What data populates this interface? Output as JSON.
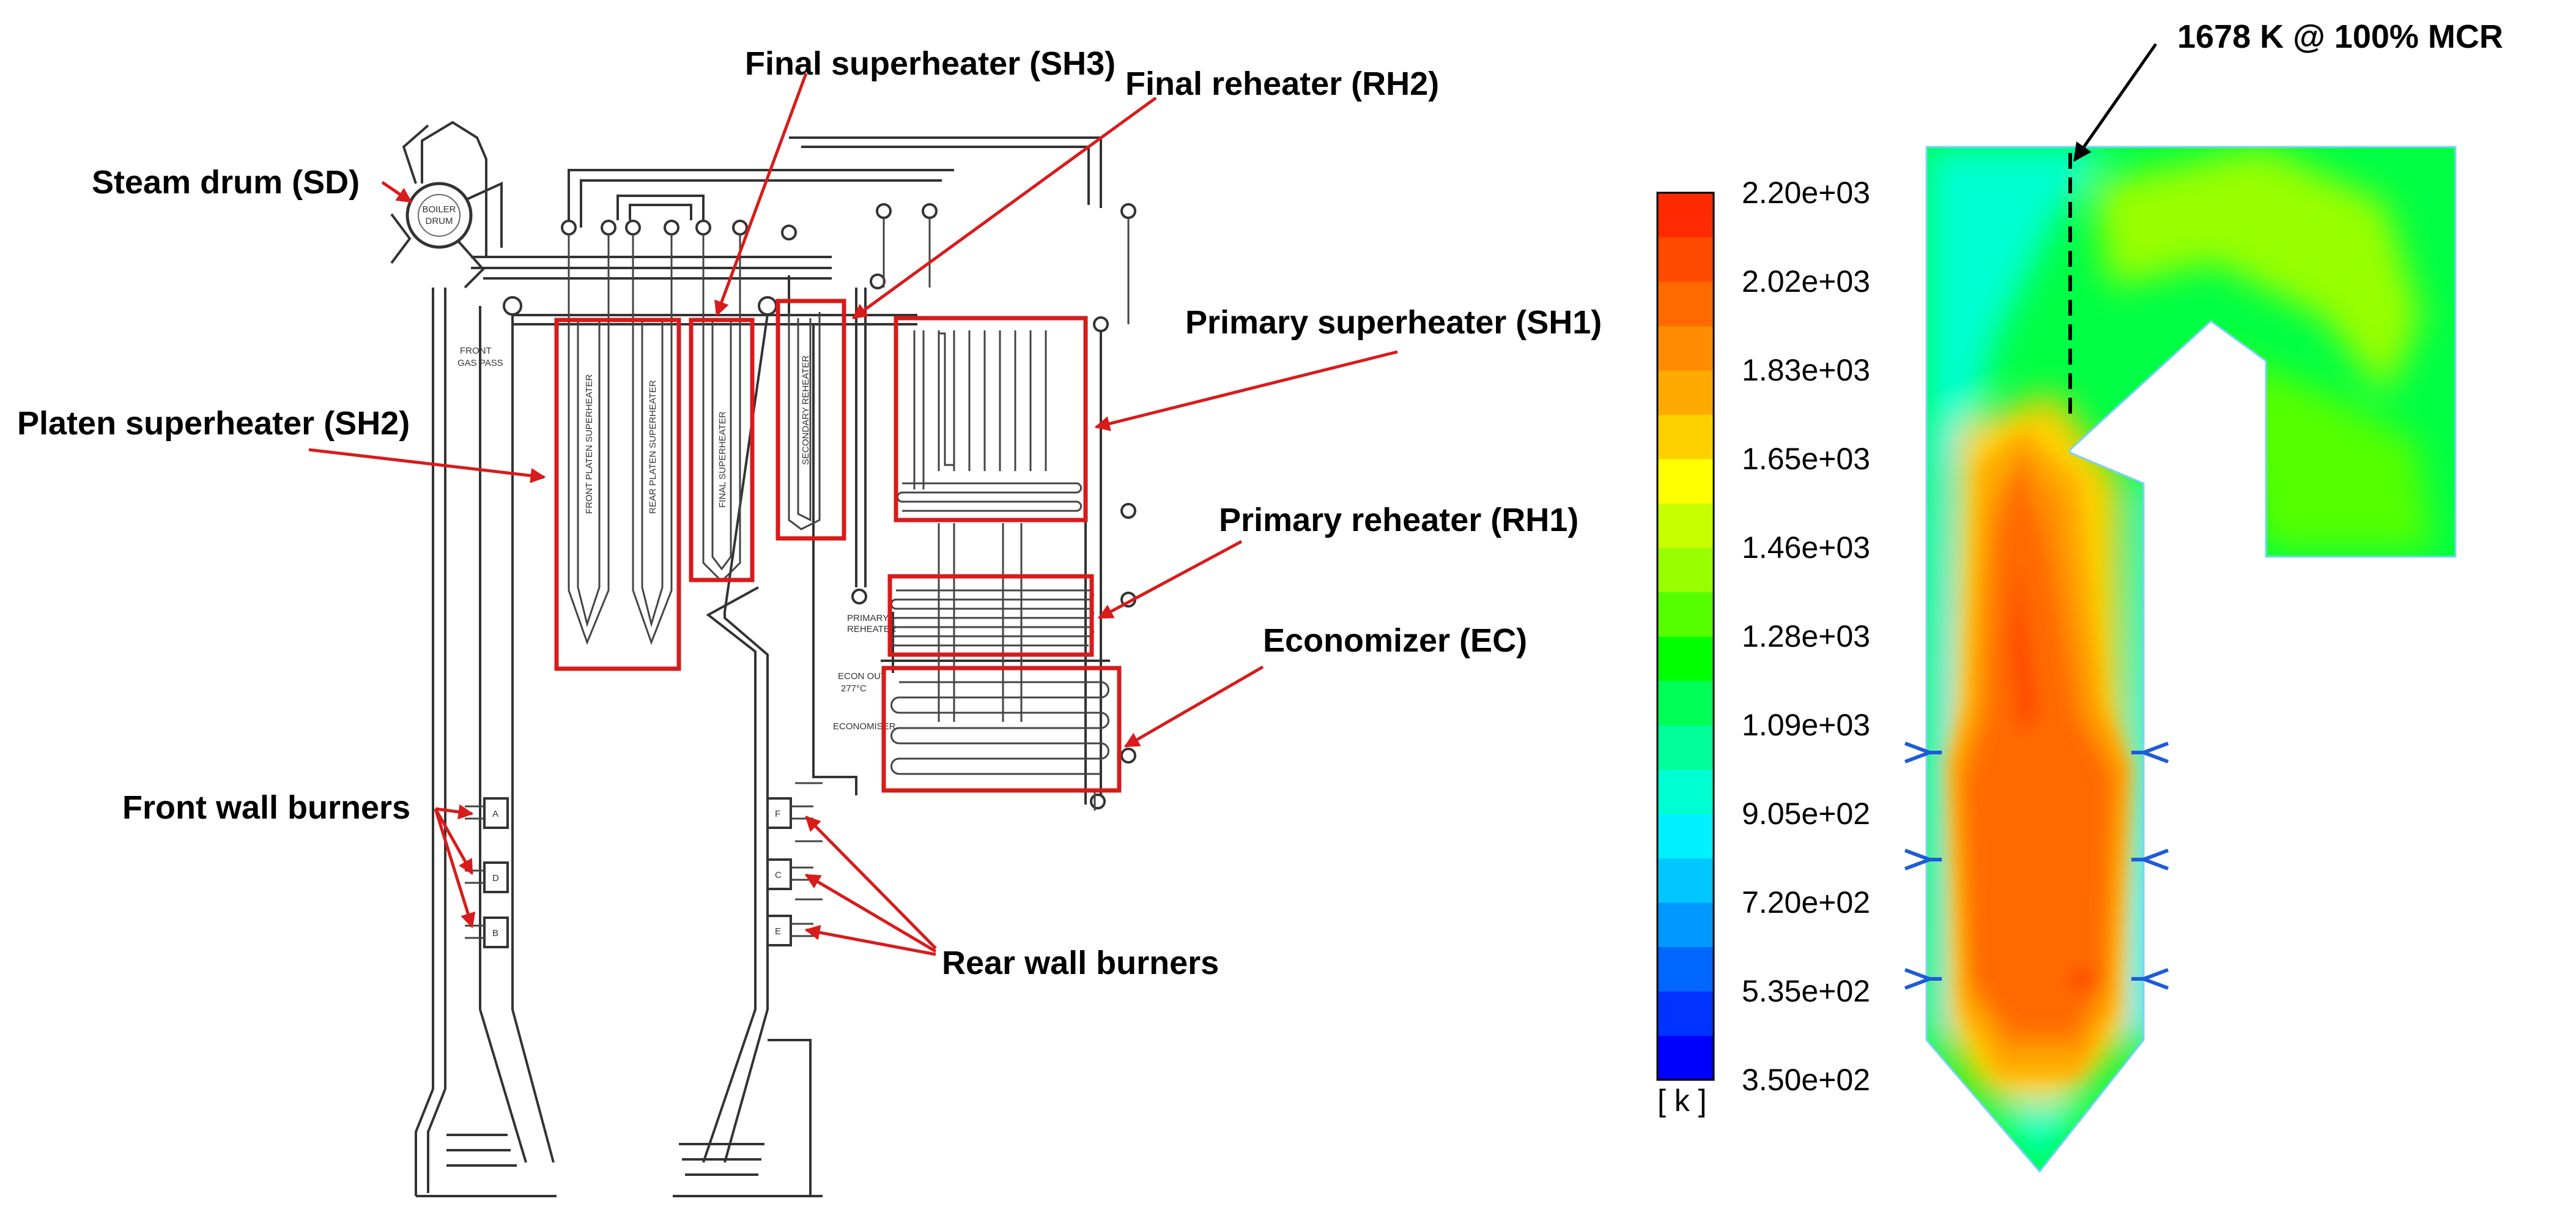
{
  "labels": {
    "steam_drum": "Steam drum (SD)",
    "final_superheater": "Final superheater (SH3)",
    "final_reheater": "Final reheater (RH2)",
    "platen_superheater": "Platen superheater (SH2)",
    "primary_superheater": "Primary superheater (SH1)",
    "primary_reheater": "Primary reheater (RH1)",
    "economizer": "Economizer (EC)",
    "front_wall_burners": "Front wall burners",
    "rear_wall_burners": "Rear wall burners",
    "peak_annotation": "1678 K @ 100% MCR"
  },
  "schematic_text": {
    "boiler_drum": [
      "BOILER",
      "DRUM"
    ],
    "front_gas_pass": [
      "FRONT",
      "GAS PASS"
    ],
    "front_platen": "FRONT PLATEN SUPERHEATER",
    "rear_platen": "REAR PLATEN SUPERHEATER",
    "final_sh": "FINAL SUPERHEATER",
    "secondary_rh": "SECONDARY REHEATER",
    "primary_reheater": [
      "PRIMARY",
      "REHEATER"
    ],
    "econ_out": [
      "ECON OUT",
      "277°C"
    ],
    "economiser": "ECONOMISER",
    "burner_letters": [
      "A",
      "D",
      "B",
      "F",
      "C",
      "E"
    ]
  },
  "colorbar": {
    "unit": "[ k ]",
    "tick_labels": [
      "2.20e+03",
      "2.02e+03",
      "1.83e+03",
      "1.65e+03",
      "1.46e+03",
      "1.28e+03",
      "1.09e+03",
      "9.05e+02",
      "7.20e+02",
      "5.35e+02",
      "3.50e+02"
    ],
    "min": 350,
    "max": 2200,
    "colors": [
      "#0000ff",
      "#0033ff",
      "#0066ff",
      "#0099ff",
      "#00c8ff",
      "#00f0ff",
      "#00ffd0",
      "#00ff99",
      "#00ff55",
      "#00ff00",
      "#55ff00",
      "#99ff00",
      "#c8ff00",
      "#ffff00",
      "#ffd000",
      "#ffaa00",
      "#ff8c00",
      "#ff6a00",
      "#ff4b00",
      "#ff2a00"
    ]
  },
  "accent_colors": {
    "callout": "#d81b1b",
    "furnace_core": "#ff5a1a"
  }
}
